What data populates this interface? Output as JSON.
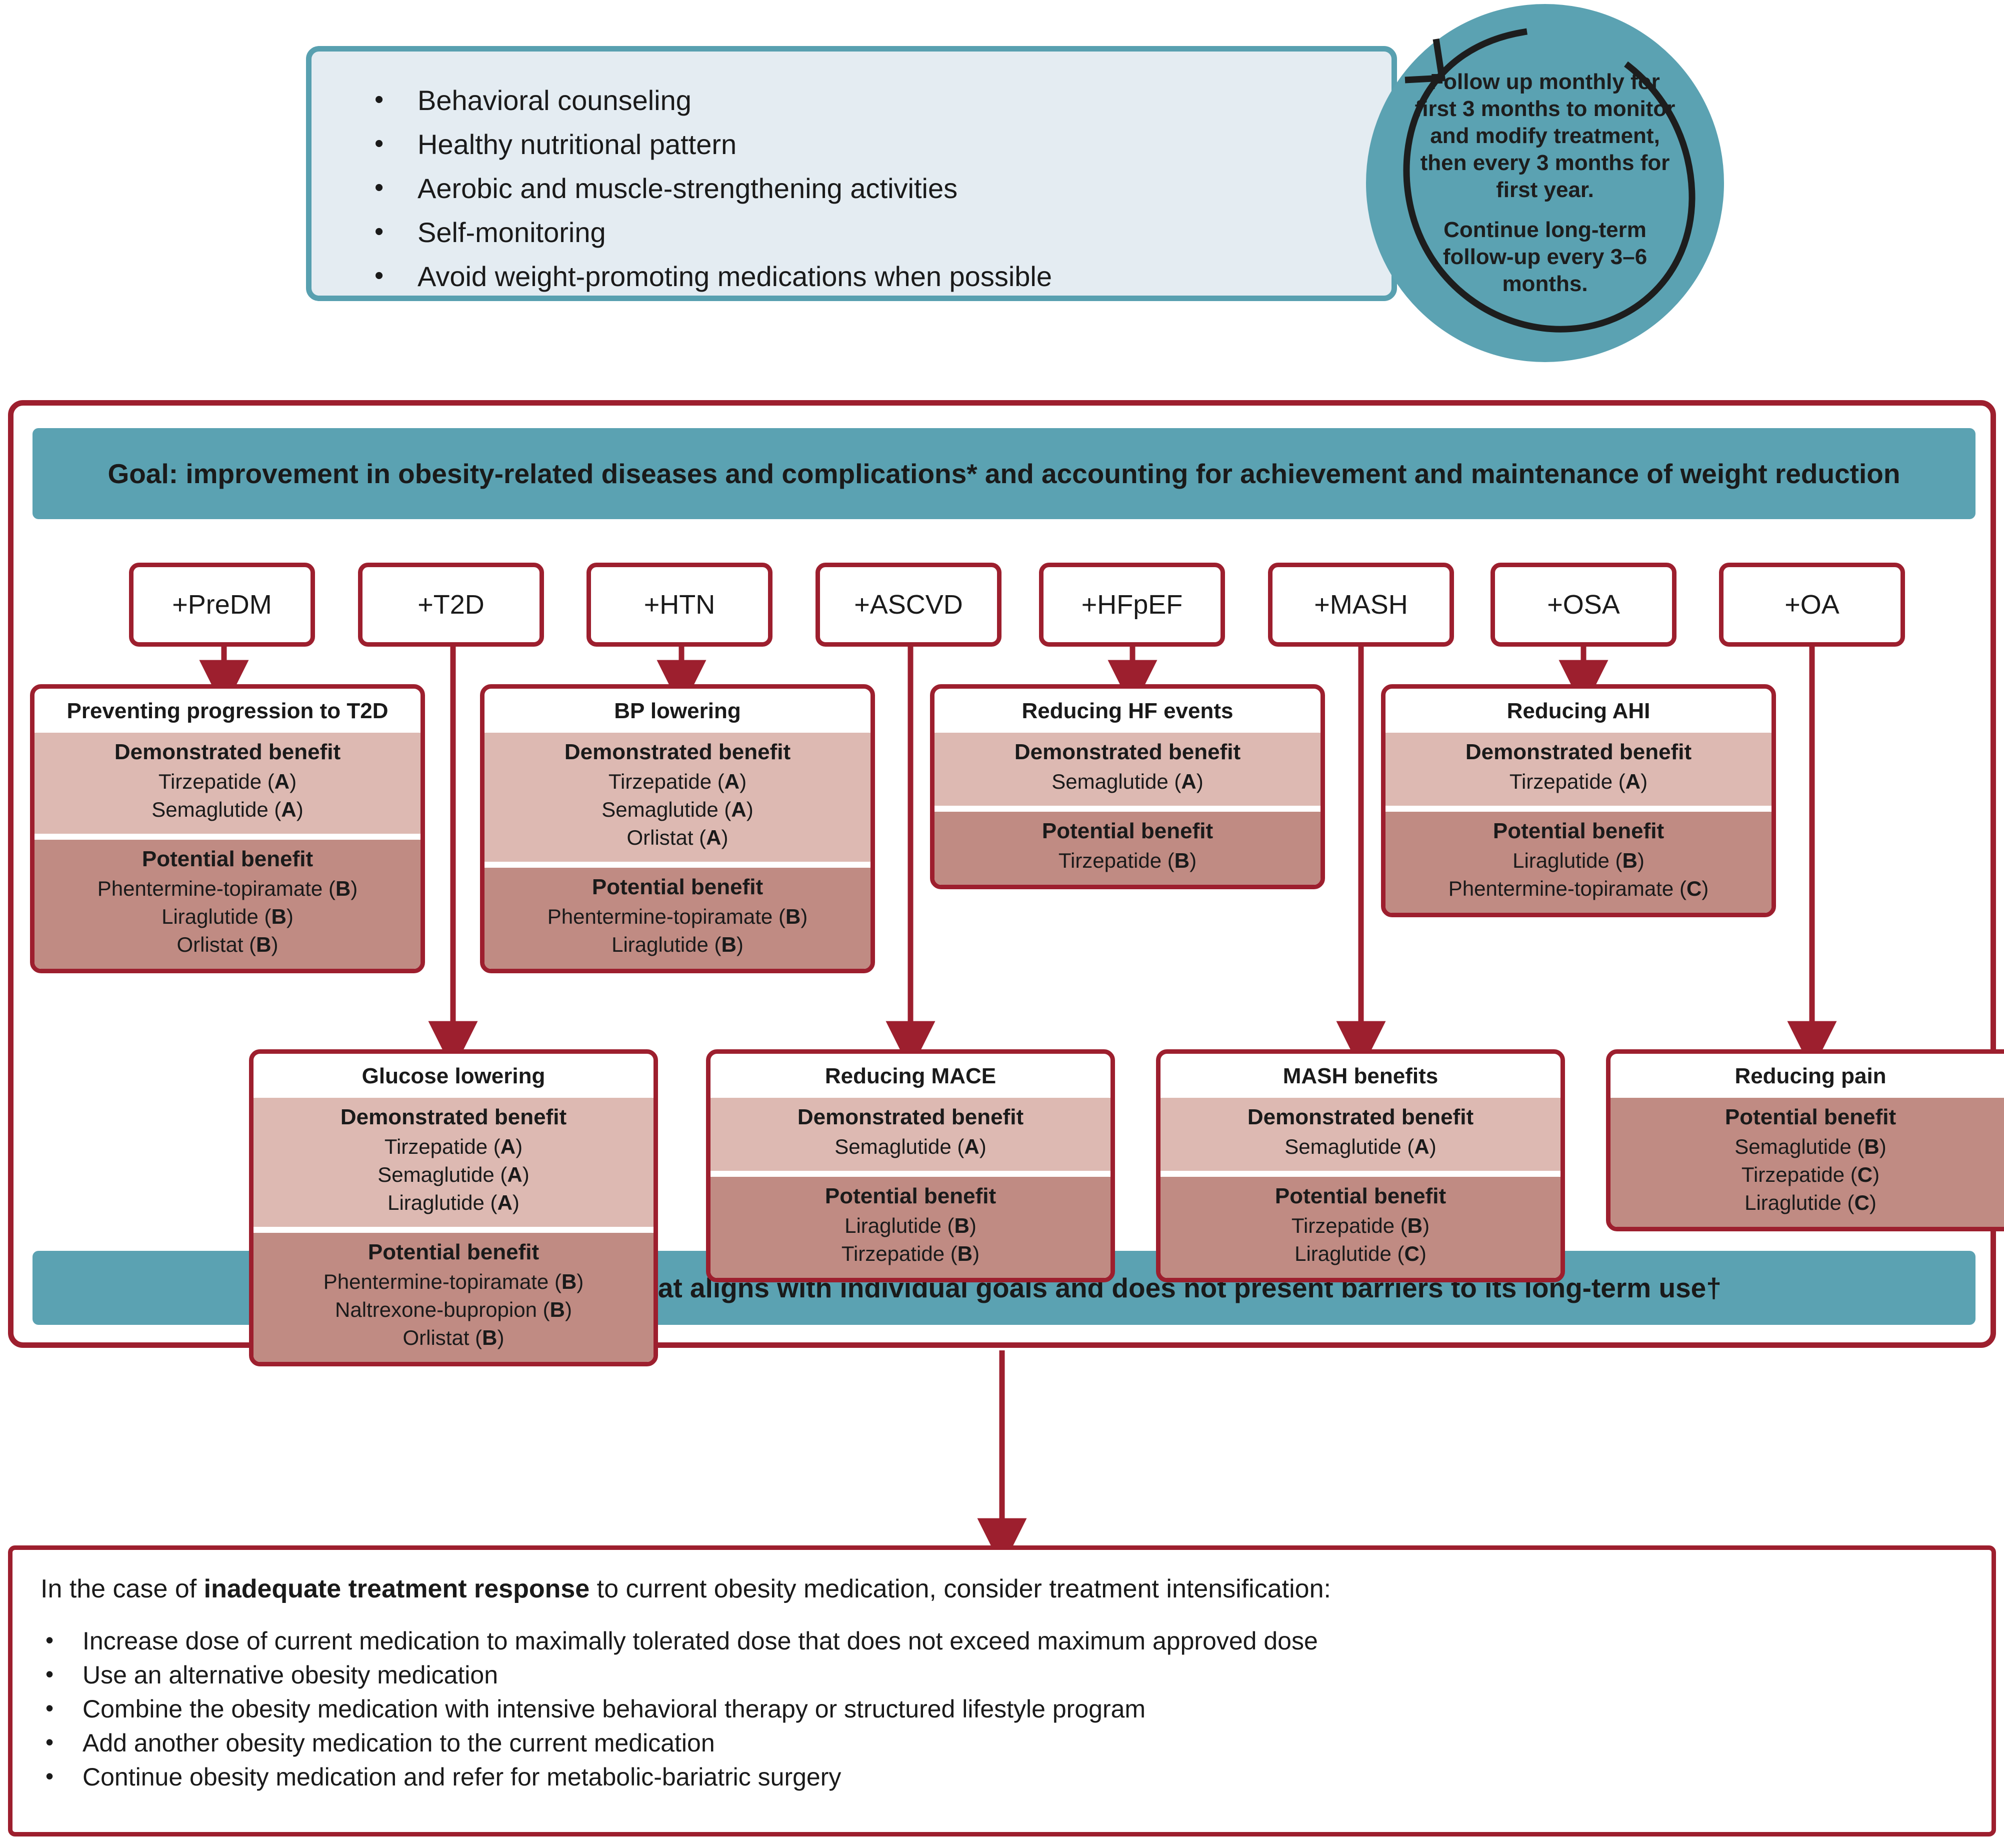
{
  "lifestyle": {
    "items": [
      "Behavioral counseling",
      "Healthy nutritional pattern",
      "Aerobic and muscle-strengthening activities",
      "Self-monitoring",
      "Avoid weight-promoting medications when possible"
    ]
  },
  "followup": {
    "paragraph1": "Follow up monthly for first 3 months to monitor and modify treatment, then every 3 months for first year.",
    "paragraph2": "Continue long-term follow-up every 3–6 months."
  },
  "goal_banner": "Goal: improvement in obesity-related diseases and complications* and accounting for achievement and maintenance of weight reduction",
  "select_banner": "Select obesity medication that aligns with individual goals and does not present barriers to its long-term use†",
  "conditions": [
    {
      "label": "+PreDM"
    },
    {
      "label": "+T2D"
    },
    {
      "label": "+HTN"
    },
    {
      "label": "+ASCVD"
    },
    {
      "label": "+HFpEF"
    },
    {
      "label": "+MASH"
    },
    {
      "label": "+OSA"
    },
    {
      "label": "+OA"
    }
  ],
  "section_labels": {
    "demonstrated": "Demonstrated benefit",
    "potential": "Potential benefit"
  },
  "cards": [
    {
      "id": "preventing-progression-to-t2d",
      "title": "Preventing progression to T2D",
      "demonstrated": [
        "Tirzepatide (A)",
        "Semaglutide (A)"
      ],
      "potential": [
        "Phentermine-topiramate (B)",
        "Liraglutide (B)",
        "Orlistat (B)"
      ]
    },
    {
      "id": "bp-lowering",
      "title": "BP lowering",
      "demonstrated": [
        "Tirzepatide (A)",
        "Semaglutide (A)",
        "Orlistat (A)"
      ],
      "potential": [
        "Phentermine-topiramate (B)",
        "Liraglutide (B)"
      ]
    },
    {
      "id": "reducing-hf-events",
      "title": "Reducing HF events",
      "demonstrated": [
        "Semaglutide (A)"
      ],
      "potential": [
        "Tirzepatide (B)"
      ]
    },
    {
      "id": "reducing-ahi",
      "title": "Reducing AHI",
      "demonstrated": [
        "Tirzepatide (A)"
      ],
      "potential": [
        "Liraglutide (B)",
        "Phentermine-topiramate (C)"
      ]
    },
    {
      "id": "glucose-lowering",
      "title": "Glucose lowering",
      "demonstrated": [
        "Tirzepatide (A)",
        "Semaglutide (A)",
        "Liraglutide (A)"
      ],
      "potential": [
        "Phentermine-topiramate (B)",
        "Naltrexone-bupropion (B)",
        "Orlistat (B)"
      ]
    },
    {
      "id": "reducing-mace",
      "title": "Reducing MACE",
      "demonstrated": [
        "Semaglutide (A)"
      ],
      "potential": [
        "Liraglutide (B)",
        "Tirzepatide (B)"
      ]
    },
    {
      "id": "mash-benefits",
      "title": "MASH benefits",
      "demonstrated": [
        "Semaglutide (A)"
      ],
      "potential": [
        "Tirzepatide (B)",
        "Liraglutide (C)"
      ]
    },
    {
      "id": "reducing-pain",
      "title": "Reducing pain",
      "demonstrated": [],
      "potential": [
        "Semaglutide (B)",
        "Tirzepatide (C)",
        "Liraglutide (C)"
      ]
    }
  ],
  "bottom": {
    "intro_prefix": "In the case of ",
    "intro_bold": "inadequate treatment response",
    "intro_suffix": " to current obesity medication, consider treatment intensification:",
    "items": [
      "Increase dose of current medication to maximally tolerated dose that does not exceed maximum approved dose",
      "Use an alternative obesity medication",
      "Combine the obesity medication with intensive behavioral therapy or structured lifestyle program",
      "Add another obesity medication to the current medication",
      "Continue obesity medication and refer for metabolic-bariatric surgery"
    ]
  },
  "colors": {
    "teal": "#5ba2b2",
    "teal_border": "#58a0b0",
    "light_blue": "#e4ecf2",
    "dark_red": "#9d1f2e",
    "demonstrated_bg": "#ddb9b2",
    "potential_bg": "#c08b83"
  }
}
